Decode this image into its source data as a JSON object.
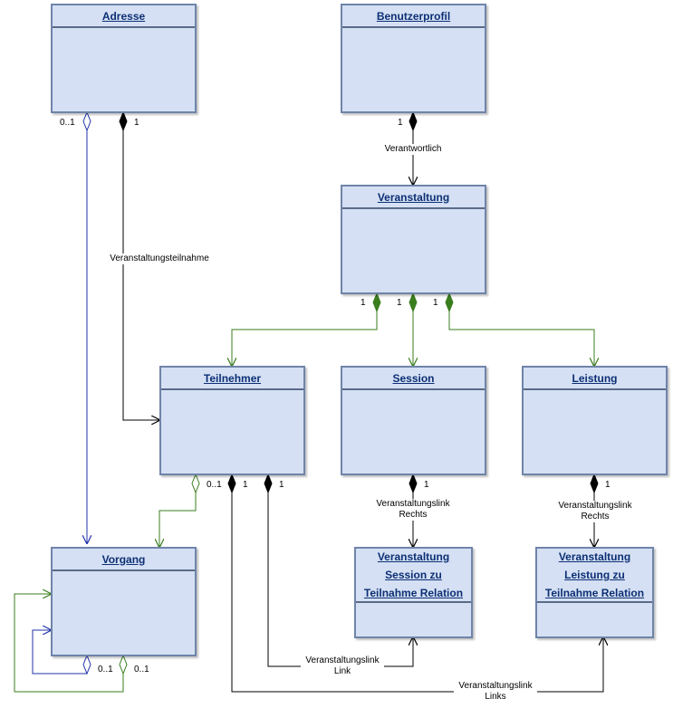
{
  "classes": {
    "adresse": "Adresse",
    "benutzerprofil": "Benutzerprofil",
    "veranstaltung": "Veranstaltung",
    "teilnehmer": "Teilnehmer",
    "session": "Session",
    "leistung": "Leistung",
    "vorgang": "Vorgang",
    "session_relation": "Veranstaltung\nSession zu\nTeilnahme Relation",
    "leistung_relation": "Veranstaltung\nLeistung zu\nTeilnahme Relation"
  },
  "associations": {
    "verantwortlich": "Verantwortlich",
    "veranstaltungsteilnahme": "Veranstaltungsteilnahme",
    "session_rechts": "Veranstaltungslink\nRechts",
    "leistung_rechts": "Veranstaltungslink\nRechts",
    "link": "Veranstaltungslink\nLink",
    "links": "Veranstaltungslink\nLinks"
  },
  "multiplicities": {
    "adresse_vorgang": "0..1",
    "adresse_teilnehmer": "1",
    "benutzerprofil": "1",
    "veranst_teilnehmer": "1",
    "veranst_session": "1",
    "veranst_leistung": "1",
    "teilnehmer_vorgang": "0..1",
    "teilnehmer_links": "1",
    "teilnehmer_link": "1",
    "session": "1",
    "leistung": "1",
    "vorgang_self_a": "0..1",
    "vorgang_self_b": "0..1"
  },
  "colors": {
    "class_fill": "#d5e0f4",
    "class_border": "#6f84a9",
    "title": "#0c2f74",
    "composition_black": "#000000",
    "composition_green": "#3a7d1e",
    "aggregation_blue": "#2233aa"
  }
}
